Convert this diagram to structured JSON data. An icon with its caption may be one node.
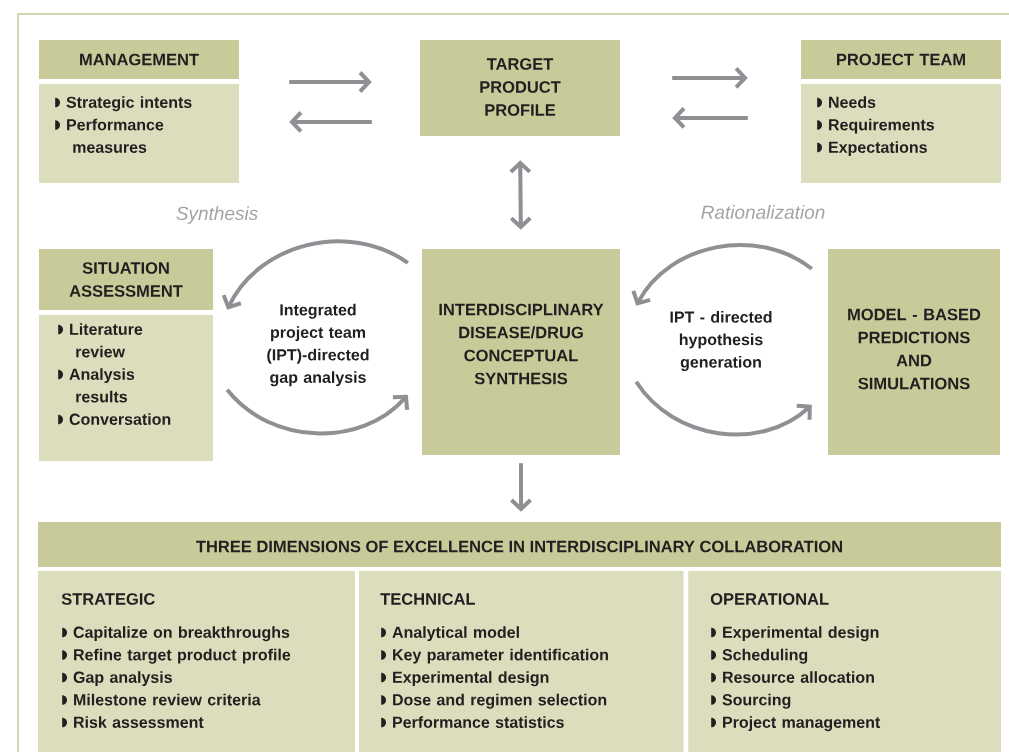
{
  "diagram": {
    "nodes": [
      {
        "text": [
          "MANAGEMENT",
          "Strategic intents",
          "Performance measures"
        ]
      },
      {
        "text": [
          "TARGET PRODUCT PROFILE"
        ]
      },
      {
        "text": [
          "PROJECT TEAM",
          "Needs",
          "Requirements",
          "Expectations"
        ]
      },
      {
        "text": [
          "SITUATION ASSESSMENT",
          "Literature review",
          "Analysis results",
          "Conversation"
        ]
      },
      {
        "text": [
          "INTERDISCIPLINARY DISEASE/DRUG CONCEPTUAL SYNTHESIS"
        ]
      },
      {
        "text": [
          "MODEL - BASED PREDICTIONS AND SIMULATIONS"
        ]
      },
      {
        "text": [
          "THREE DIMENSIONS OF EXCELLENCE IN INTERDISCIPLINARY COLLABORATION"
        ]
      },
      {
        "text": [
          "STRATEGIC",
          "Capitalize on breakthroughs",
          "Refine target product profile",
          "Gap analysis",
          "Milestone review criteria",
          "Risk assessment"
        ],
        "in": 6
      },
      {
        "text": [
          "TECHNICAL",
          "Analytical model",
          "Key parameter identification",
          "Experimental design",
          "Dose and regimen selection",
          "Performance statistics"
        ],
        "in": 6
      },
      {
        "text": [
          "OPERATIONAL",
          "Experimental design",
          "Scheduling",
          "Resource allocation",
          "Sourcing",
          "Project management"
        ],
        "in": 6
      }
    ],
    "edges": [
      {
        "from": 0,
        "to": 1,
        "arrow": "to"
      },
      {
        "from": 1,
        "to": 0,
        "arrow": "to"
      },
      {
        "from": 1,
        "to": 2,
        "arrow": "to"
      },
      {
        "from": 2,
        "to": 1,
        "arrow": "to"
      },
      {
        "from": 1,
        "to": 4,
        "arrow": "both"
      },
      {
        "from": 4,
        "to": 3,
        "arrow": "to"
      },
      {
        "from": 3,
        "to": 4,
        "arrow": "to"
      },
      {
        "from": 5,
        "to": 4,
        "arrow": "to"
      },
      {
        "from": 4,
        "to": 5,
        "arrow": "to"
      },
      {
        "from": 4,
        "to": 6,
        "arrow": "to"
      }
    ],
    "labels": [
      "Synthesis",
      "Rationalization",
      "Integrated project team (IPT)-directed gap analysis",
      "IPT - directed hypothesis generation"
    ]
  }
}
